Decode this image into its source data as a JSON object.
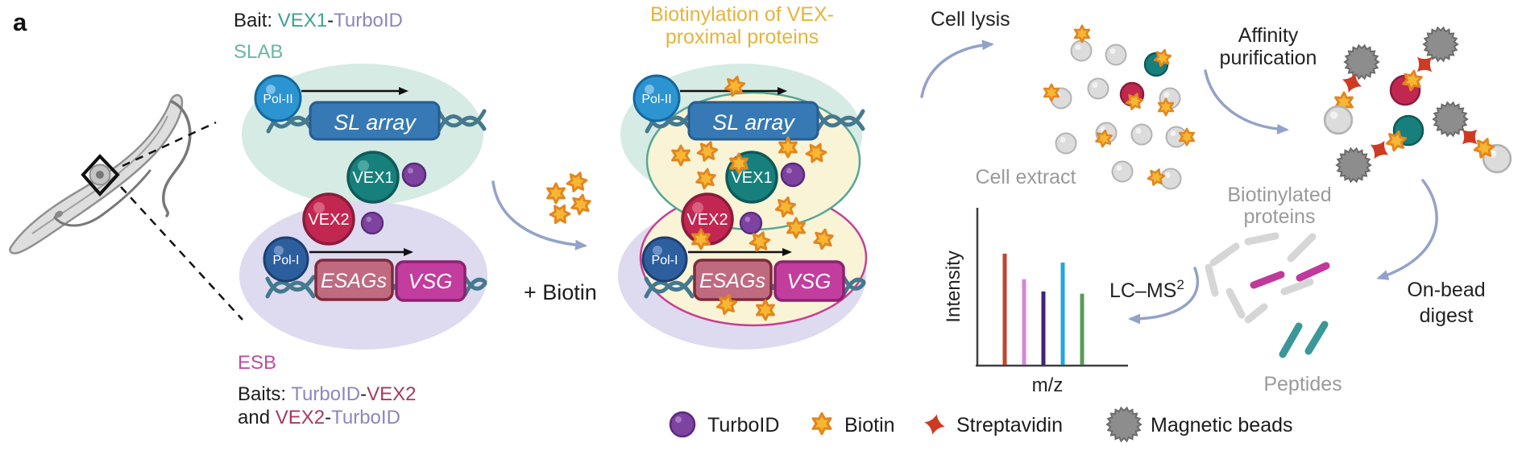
{
  "panel": {
    "label": "a"
  },
  "left": {
    "bait_line": {
      "prefix": "Bait: ",
      "gene": "VEX1",
      "dash": "-",
      "tag": "TurboID"
    },
    "slab_label": "SLAB",
    "esb_label": "ESB",
    "baits_line1": {
      "prefix": "Baits: ",
      "tag": "TurboID",
      "dash": "-",
      "gene": "VEX2"
    },
    "baits_line2": {
      "prefix": "and ",
      "gene": "VEX2",
      "dash": "-",
      "tag": "TurboID"
    }
  },
  "nucleus": {
    "pol2": "Pol-II",
    "sl_array": "SL array",
    "vex1": "VEX1",
    "vex2": "VEX2",
    "pol1": "Pol-I",
    "esags": "ESAGs",
    "vsg": "VSG"
  },
  "middle": {
    "title_line1": "Biotinylation of VEX-",
    "title_line2": "proximal proteins",
    "biotin_add": "+ Biotin"
  },
  "workflow": {
    "cell_lysis": "Cell lysis",
    "cell_extract": "Cell extract",
    "affinity_line1": "Affinity",
    "affinity_line2": "purification",
    "biotinylated_line1": "Biotinylated",
    "biotinylated_line2": "proteins",
    "onbead_line1": "On-bead",
    "onbead_line2": "digest",
    "peptides": "Peptides",
    "lcms": "LC–MS",
    "lcms_sup": "2"
  },
  "chart_data": {
    "type": "bar",
    "title": "MS2 spectrum sketch",
    "xlabel": "m/z",
    "ylabel": "Intensity",
    "grid": false,
    "bars": [
      {
        "color": "#bf4632",
        "intensity": 1.0
      },
      {
        "color": "#d884d8",
        "intensity": 0.77
      },
      {
        "color": "#41217a",
        "intensity": 0.66
      },
      {
        "color": "#23a5df",
        "intensity": 0.92
      },
      {
        "color": "#5a9b55",
        "intensity": 0.64
      }
    ]
  },
  "legend": {
    "items": [
      {
        "icon": "turboid-icon",
        "label": "TurboID"
      },
      {
        "icon": "biotin-icon",
        "label": "Biotin"
      },
      {
        "icon": "streptavidin-icon",
        "label": "Streptavidin"
      },
      {
        "icon": "magnetic-beads-icon",
        "label": "Magnetic beads"
      }
    ]
  },
  "colors": {
    "slab_ellipse": "#d5ebe3",
    "esb_ellipse": "#dedaf0",
    "slab_text": "#6ab4a6",
    "vex1_text": "#3fa291",
    "esb_text": "#bb4ea3",
    "turboid_text": "#8d86bd",
    "vex2_text": "#a53a60",
    "vex1_fill": "#17807d",
    "vex2_fill": "#c12751",
    "turboid_fill": "#7e42a0",
    "pol2_fill": "#2b94d1",
    "pol1_fill": "#2d5f9e",
    "sl_box": "#3679b4",
    "esags_box": "#c06a80",
    "vsg_box": "#c23d9e",
    "dna": "#44798e",
    "biotin_star": "#f7b733",
    "streptavidin": "#cf3a23",
    "bead": "#8d8d8d",
    "title_gold": "#e5b43c",
    "flow_arrow": "#93a2c8",
    "yellow_region": "#faf4d7"
  }
}
